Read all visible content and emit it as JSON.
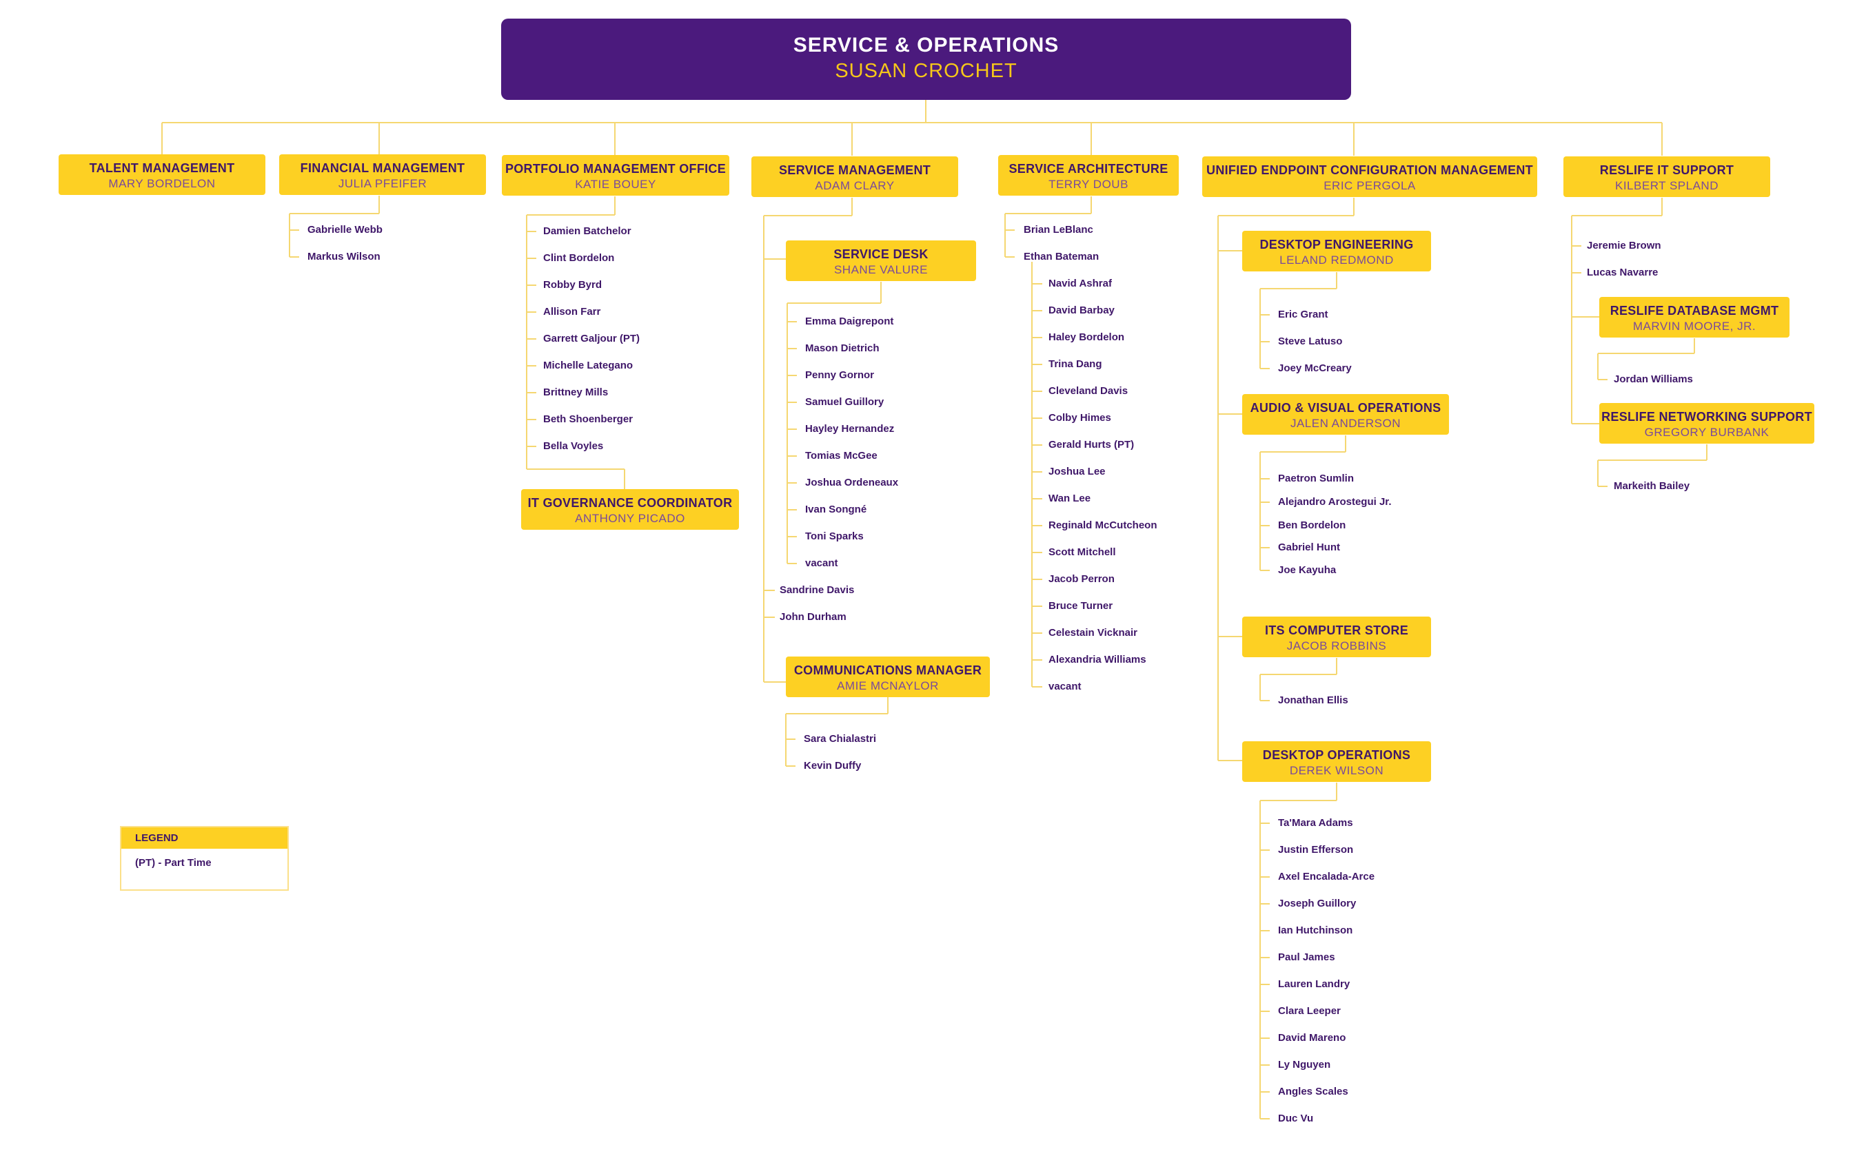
{
  "header": {
    "title": "SERVICE & OPERATIONS",
    "name": "SUSAN CROCHET"
  },
  "managers": {
    "talent": {
      "title": "TALENT MANAGEMENT",
      "name": "MARY BORDELON"
    },
    "financial": {
      "title": "FINANCIAL MANAGEMENT",
      "name": "JULIA PFEIFER"
    },
    "portfolio": {
      "title": "PORTFOLIO MANAGEMENT OFFICE",
      "name": "KATIE BOUEY"
    },
    "it_governance": {
      "title": "IT GOVERNANCE COORDINATOR",
      "name": "ANTHONY PICADO"
    },
    "service_mgmt": {
      "title": "SERVICE MANAGEMENT",
      "name": "ADAM CLARY"
    },
    "service_desk": {
      "title": "SERVICE DESK",
      "name": "SHANE VALURE"
    },
    "communications": {
      "title": "COMMUNICATIONS MANAGER",
      "name": "AMIE MCNAYLOR"
    },
    "service_arch": {
      "title": "SERVICE ARCHITECTURE",
      "name": "TERRY DOUB"
    },
    "uecm": {
      "title": "UNIFIED ENDPOINT CONFIGURATION MANAGEMENT",
      "name": "ERIC PERGOLA"
    },
    "desktop_eng": {
      "title": "DESKTOP ENGINEERING",
      "name": "LELAND REDMOND"
    },
    "av_ops": {
      "title": "AUDIO & VISUAL OPERATIONS",
      "name": "JALEN ANDERSON"
    },
    "its_store": {
      "title": "ITS COMPUTER STORE",
      "name": "JACOB ROBBINS"
    },
    "desktop_ops": {
      "title": "DESKTOP OPERATIONS",
      "name": "DEREK WILSON"
    },
    "reslife_it": {
      "title": "RESLIFE IT SUPPORT",
      "name": "KILBERT SPLAND"
    },
    "reslife_db": {
      "title": "RESLIFE DATABASE MGMT",
      "name": "MARVIN MOORE, JR."
    },
    "reslife_net": {
      "title": "RESLIFE NETWORKING SUPPORT",
      "name": "GREGORY BURBANK"
    }
  },
  "staff": {
    "financial": [
      "Gabrielle Webb",
      "Markus Wilson"
    ],
    "portfolio": [
      "Damien Batchelor",
      "Clint Bordelon",
      "Robby Byrd",
      "Allison Farr",
      "Garrett Galjour (PT)",
      "Michelle Lategano",
      "Brittney Mills",
      "Beth Shoenberger",
      "Bella Voyles"
    ],
    "service_desk": [
      "Emma Daigrepont",
      "Mason Dietrich",
      "Penny Gornor",
      "Samuel Guillory",
      "Hayley Hernandez",
      "Tomias McGee",
      "Joshua Ordeneaux",
      "Ivan Songné",
      "Toni Sparks",
      "vacant"
    ],
    "service_mgmt": [
      "Sandrine Davis",
      "John Durham"
    ],
    "communications": [
      "Sara Chialastri",
      "Kevin Duffy"
    ],
    "service_arch": [
      "Brian LeBlanc",
      "Ethan Bateman"
    ],
    "ethan_team": [
      "Navid Ashraf",
      "David Barbay",
      "Haley Bordelon",
      "Trina Dang",
      "Cleveland Davis",
      "Colby Himes",
      "Gerald Hurts (PT)",
      "Joshua Lee",
      "Wan Lee",
      "Reginald McCutcheon",
      "Scott Mitchell",
      "Jacob Perron",
      "Bruce Turner",
      "Celestain Vicknair",
      "Alexandria Williams",
      "vacant"
    ],
    "desktop_eng": [
      "Eric Grant",
      "Steve Latuso",
      "Joey McCreary"
    ],
    "av_ops": [
      "Paetron Sumlin",
      "Alejandro Arostegui Jr.",
      "Ben Bordelon",
      "Gabriel Hunt",
      "Joe Kayuha"
    ],
    "its_store": [
      "Jonathan Ellis"
    ],
    "desktop_ops": [
      "Ta'Mara Adams",
      "Justin Efferson",
      "Axel Encalada-Arce",
      "Joseph Guillory",
      "Ian Hutchinson",
      "Paul James",
      "Lauren Landry",
      "Clara Leeper",
      "David Mareno",
      "Ly Nguyen",
      "Angles Scales",
      "Duc Vu"
    ],
    "reslife_it": [
      "Jeremie Brown",
      "Lucas Navarre"
    ],
    "reslife_db": [
      "Jordan Williams"
    ],
    "reslife_net": [
      "Markeith Bailey"
    ]
  },
  "legend": {
    "title": "LEGEND",
    "item": "(PT) - Part Time"
  },
  "colors": {
    "purple": "#4b1a7d",
    "gold": "#fdd023",
    "connector": "#f5d771",
    "text": "#3f1769"
  }
}
